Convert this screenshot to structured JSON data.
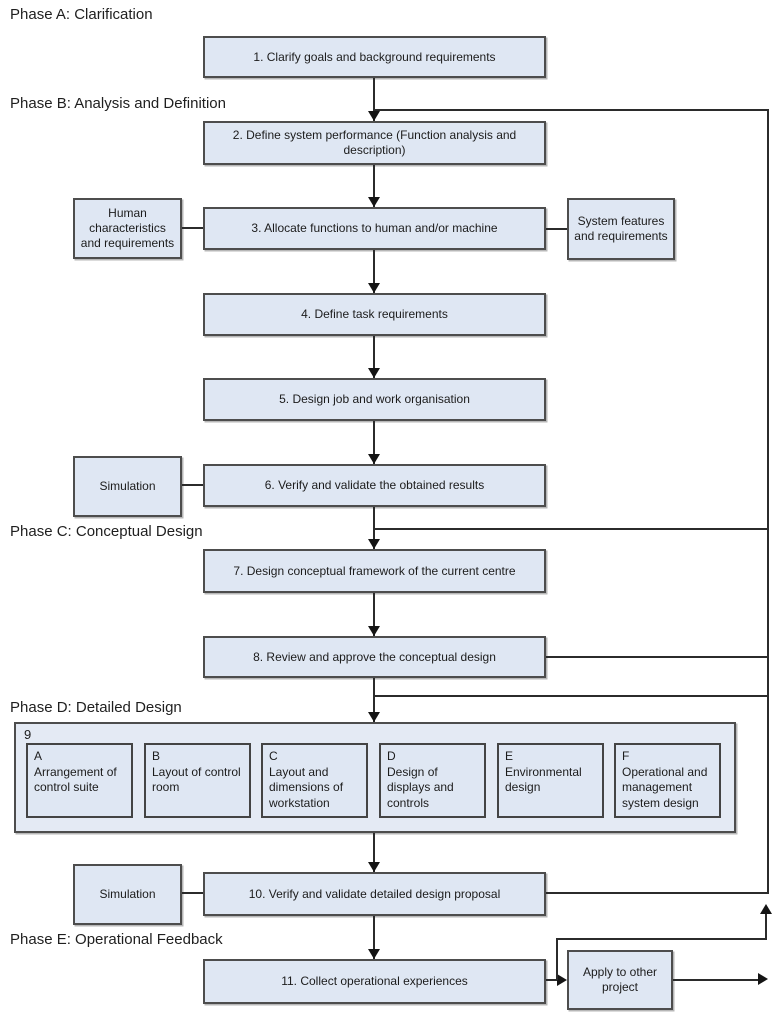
{
  "palette": {
    "background": "#ffffff",
    "box_fill": "#dfe7f3",
    "box_border": "#4d4d4d",
    "line_color": "#2b2b2b",
    "text_color": "#1c1c1c"
  },
  "phase_labels": {
    "a": "Phase A: Clarification",
    "b": "Phase B: Analysis and Definition",
    "c": "Phase C: Conceptual Design",
    "d": "Phase D: Detailed Design",
    "e": "Phase E: Operational Feedback"
  },
  "process_boxes": {
    "b1": "1. Clarify goals and background requirements",
    "b2": "2. Define system performance (Function analysis and description)",
    "b3": "3. Allocate functions to human and/or machine",
    "b4": "4. Define task requirements",
    "b5": "5. Design job and work organisation",
    "b6": "6. Verify and validate the obtained results",
    "b7": "7. Design conceptual framework of the current centre",
    "b8": "8. Review and approve the conceptual design",
    "b10": "10. Verify and validate detailed design proposal",
    "b11": "11. Collect operational experiences"
  },
  "side_boxes": {
    "human": "Human characteristics and requirements",
    "system": "System features and requirements",
    "sim1": "Simulation",
    "sim2": "Simulation",
    "apply": "Apply to other project"
  },
  "group9": {
    "number": "9",
    "items": [
      {
        "letter": "A",
        "text": "Arrangement of control suite"
      },
      {
        "letter": "B",
        "text": "Layout of control room"
      },
      {
        "letter": "C",
        "text": "Layout and dimensions of workstation"
      },
      {
        "letter": "D",
        "text": "Design of displays and controls"
      },
      {
        "letter": "E",
        "text": "Environmental design"
      },
      {
        "letter": "F",
        "text": "Operational and management system design"
      }
    ]
  }
}
